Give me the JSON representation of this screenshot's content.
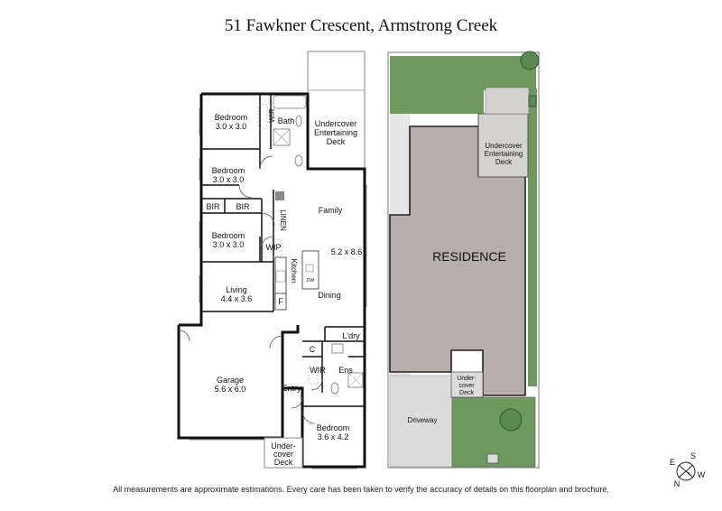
{
  "title": "51 Fawkner Crescent, Armstrong Creek",
  "disclaimer": "All measurements are approximate estimations. Every care has been taken to verify the accuracy of details on this floorplan and brochure.",
  "floorplan": {
    "bedroom1": {
      "name": "Bedroom",
      "size": "3.0 x 3.0"
    },
    "wir1": "WIR",
    "bath": "Bath",
    "undercover_deck_top": [
      "Undercover",
      "Entertaining",
      "Deck"
    ],
    "bedroom2": {
      "name": "Bedroom",
      "size": "3.0 x 3.0"
    },
    "bir1": "BIR",
    "bir2": "BIR",
    "linen": "LINEN",
    "family": "Family",
    "bedroom3": {
      "name": "Bedroom",
      "size": "3.0 x 3.0"
    },
    "wip": "WIP",
    "kitchen_size": "5.2 x 8.6",
    "kitchen": "Kitchen",
    "dw": "DW",
    "living": {
      "name": "Living",
      "size": "4.4 x 3.6"
    },
    "fridge": "F",
    "dining": "Dining",
    "laundry": "L'dry",
    "cupboard": "C",
    "garage": {
      "name": "Garage",
      "size": "5.6 x 6.0"
    },
    "wir2": "WIR",
    "ens": "Ens",
    "entry": "Entry",
    "bedroom4": {
      "name": "Bedroom",
      "size": "3.6 x 4.2"
    },
    "undercover_deck_front": [
      "Under-",
      "cover",
      "Deck"
    ]
  },
  "siteplan": {
    "residence": "RESIDENCE",
    "undercover_entertaining": [
      "Undercover",
      "Entertaining",
      "Deck"
    ],
    "undercover_deck": [
      "Under-",
      "cover",
      "Deck"
    ],
    "driveway": "Driveway"
  },
  "compass": {
    "s": "S",
    "w": "W",
    "e": "E",
    "n": "N"
  },
  "colors": {
    "lawn": "#6e9a5e",
    "residence": "#b7adab",
    "paving": "#dcdcdc",
    "wall": "#111111"
  }
}
